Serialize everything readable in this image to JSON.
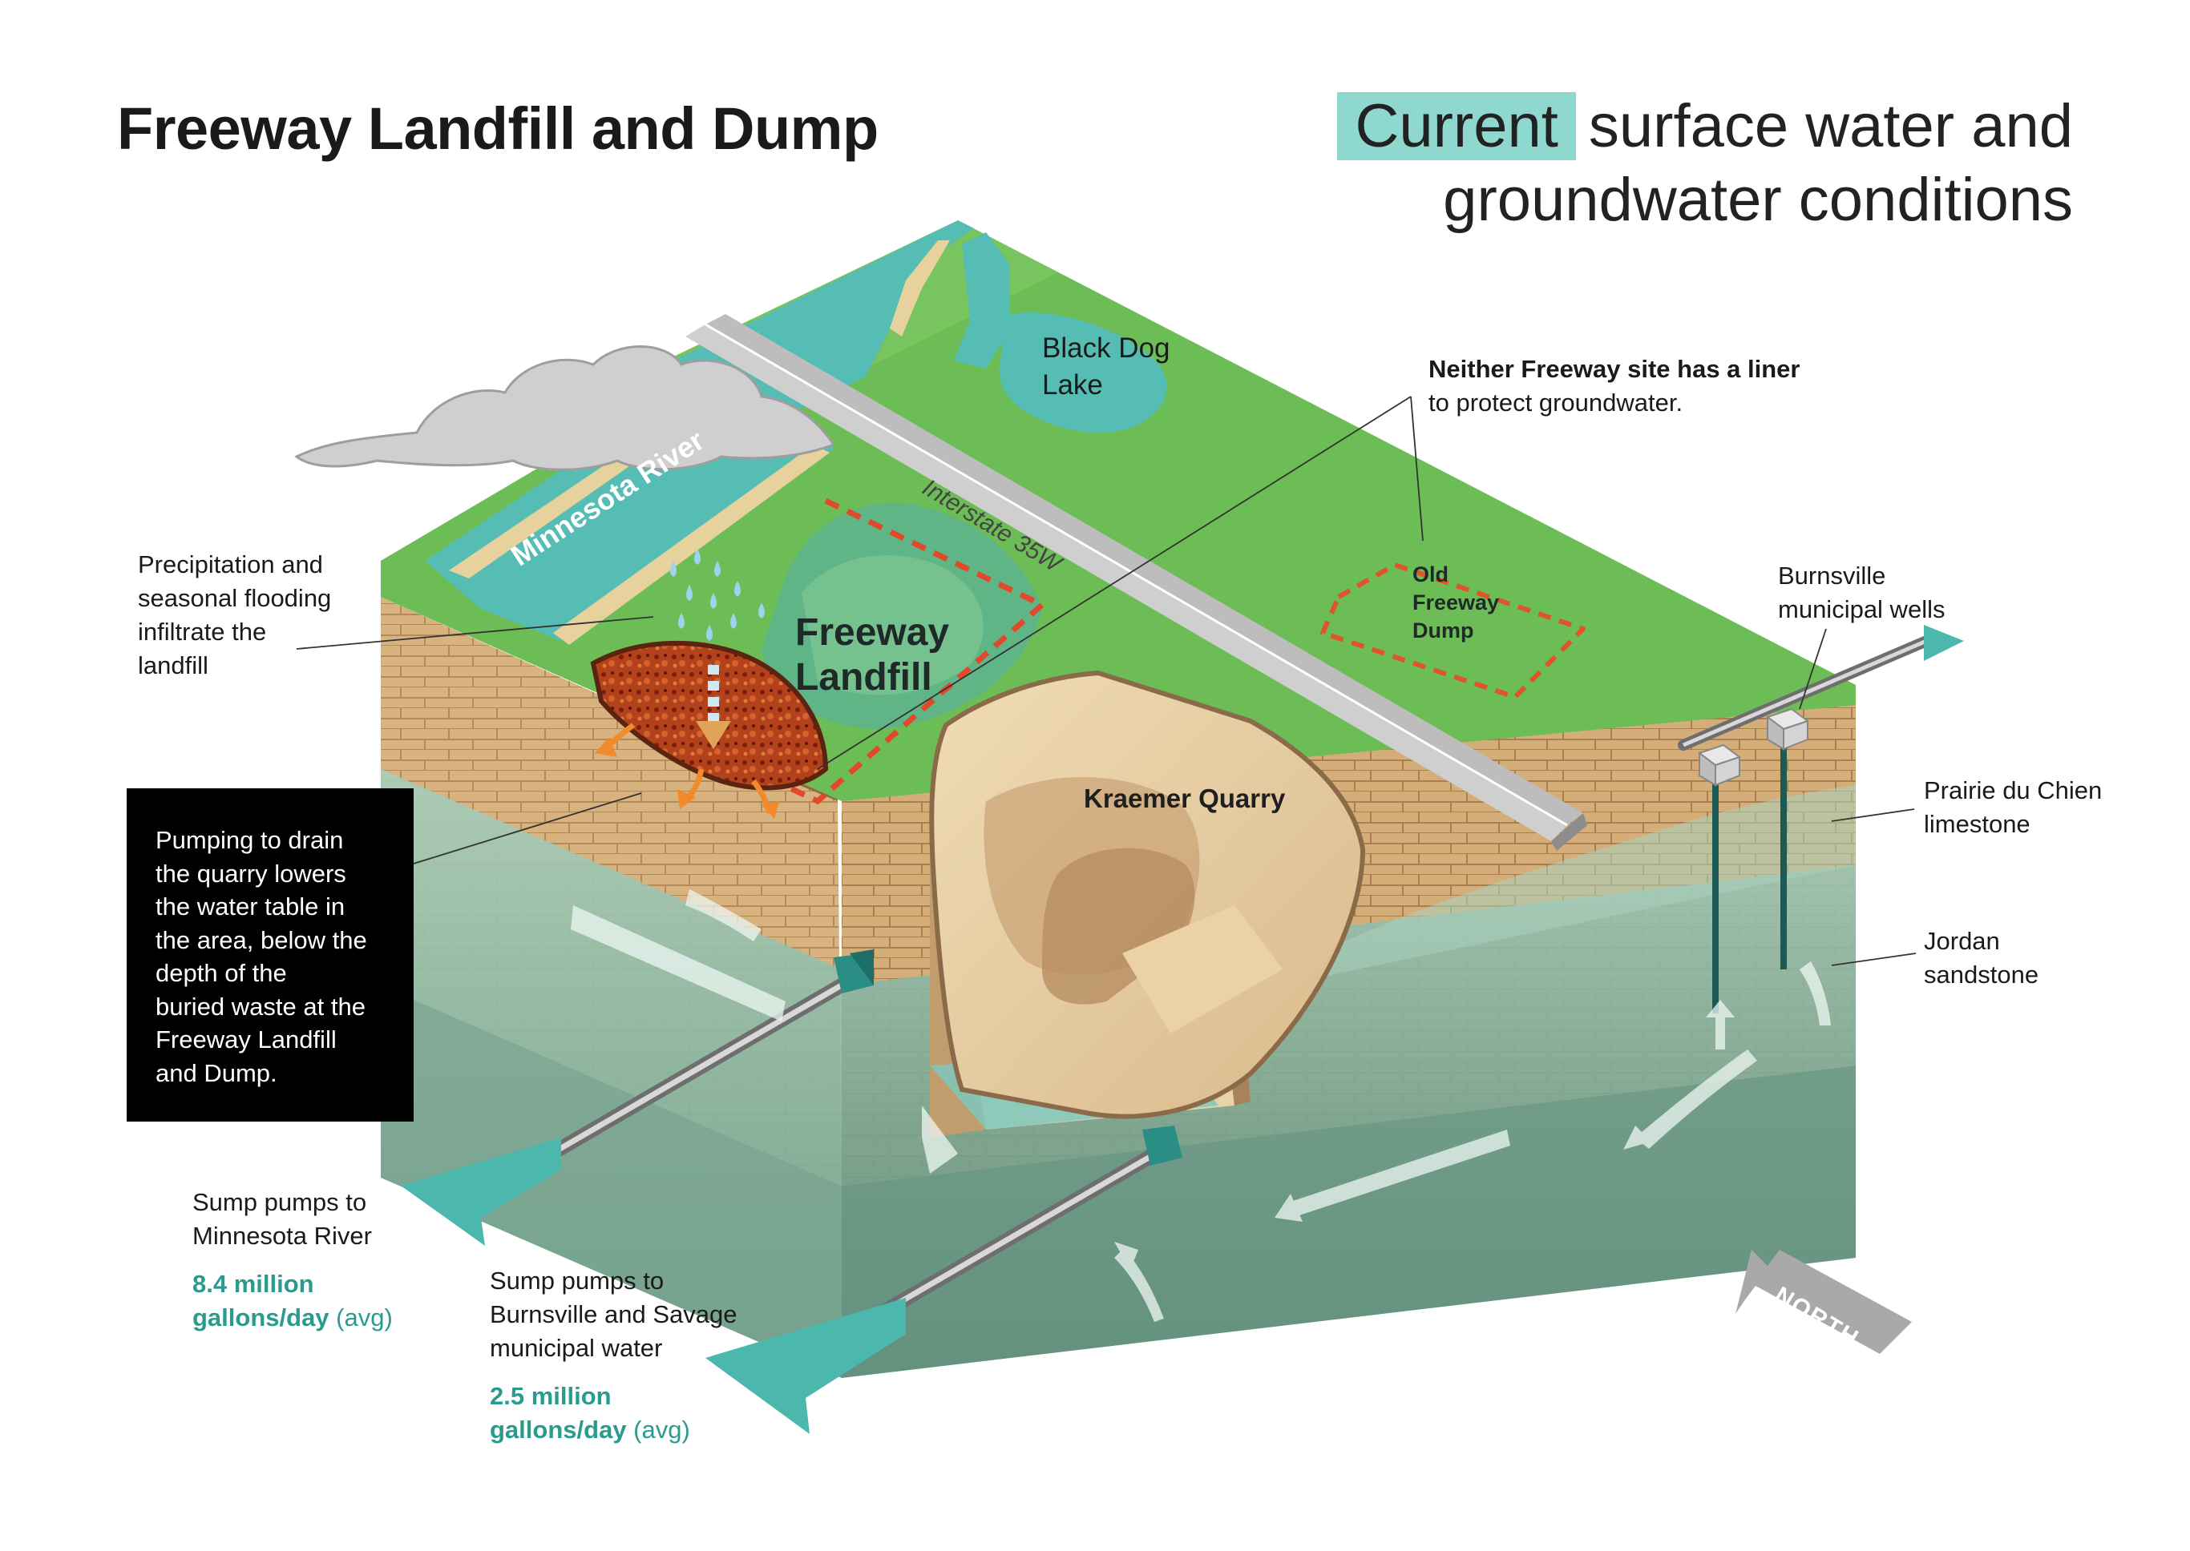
{
  "title": "Freeway Landfill and Dump",
  "subtitle": {
    "highlight": "Current",
    "line1_rest": "surface water and",
    "line2": "groundwater conditions"
  },
  "map_labels": {
    "black_dog_lake": "Black Dog\nLake",
    "minnesota_river": "Minnesota River",
    "interstate": "Interstate 35W",
    "freeway_landfill": "Freeway\nLandfill",
    "old_freeway_dump": "Old\nFreeway\nDump",
    "kraemer_quarry": "Kraemer Quarry",
    "north": "NORTH"
  },
  "callouts": {
    "liner_bold": "Neither Freeway site has a liner",
    "liner_rest": "to protect groundwater.",
    "precipitation": "Precipitation and\nseasonal flooding\ninfiltrate the\nlandfill",
    "pumping_box": "Pumping to drain\nthe quarry lowers\nthe water table in\nthe area, below the\ndepth of the\nburied waste at the\nFreeway Landfill\nand Dump.",
    "burnsville_wells": "Burnsville\nmunicipal wells",
    "prairie": "Prairie du Chien\nlimestone",
    "jordan": "Jordan\nsandstone"
  },
  "pumps": {
    "river": {
      "label": "Sump pumps to\nMinnesota River",
      "amount": "8.4 million\ngallons/day",
      "avg": "(avg)"
    },
    "municipal": {
      "label": "Sump pumps to\nBurnsville and Savage\nmunicipal water",
      "amount": "2.5 million\ngallons/day",
      "avg": "(avg)"
    }
  },
  "colors": {
    "surface_green": "#6cbd55",
    "water_teal": "#5bbfb5",
    "limestone_tan": "#d9b27f",
    "sandstone_teal": "#8dbfae",
    "landfill_red": "#b6451e",
    "dashed_border": "#e2482a",
    "arrow_teal": "#4cb8ad",
    "highlight": "#8ed8cf"
  }
}
